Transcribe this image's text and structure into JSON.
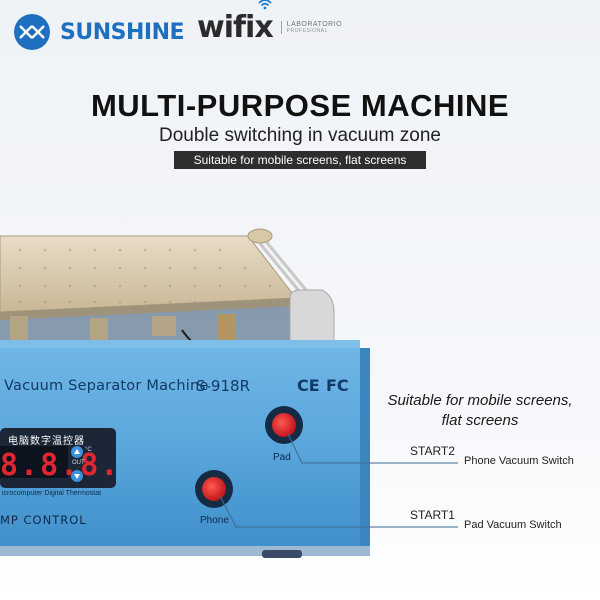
{
  "brand": {
    "sunshine_logo_text": "SUNSHINE",
    "wifix_logo_text": "wifix",
    "wifix_subtitle_1": "LABORATORIO",
    "wifix_subtitle_2": "PROFESIONAL"
  },
  "header": {
    "headline": "MULTI-PURPOSE MACHINE",
    "subheadline": "Double switching in vacuum zone",
    "tagline": "Suitable for mobile screens, flat screens"
  },
  "machine": {
    "model_label": "Vacuum Separator Machine",
    "model_code": "S-918R",
    "cert_ce": "CE",
    "cert_fc": "FC",
    "thermostat": {
      "title": "电脑数字温控器",
      "readout": "8.8.8.",
      "unit": "°C",
      "out_label": "OUT",
      "caption": "icrocomputer Digital Thermostat"
    },
    "temp_control_label": "MP CONTROL",
    "pad_button_label": "Pad",
    "phone_button_label": "Phone",
    "body_color": "#5aa6dc",
    "button_color": "#e0232a"
  },
  "callouts": {
    "suitable": [
      "Suitable for mobile screens,",
      "flat screens"
    ],
    "start2_label": "START2",
    "start2_desc": "Phone Vacuum Switch",
    "start1_label": "START1",
    "start1_desc": "Pad Vacuum Switch"
  }
}
